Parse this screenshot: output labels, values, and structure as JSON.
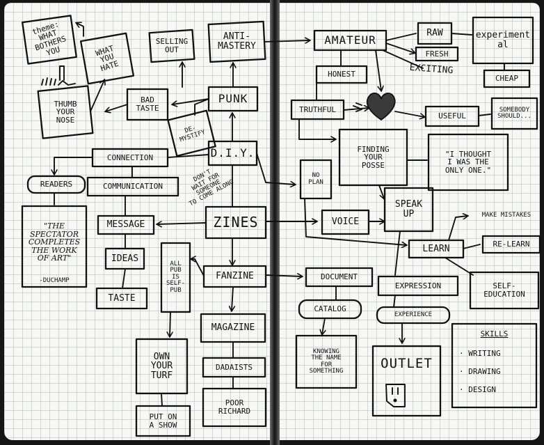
{
  "nodes": {
    "theme": "theme:\nWHAT\nBOTHERS\nYOU",
    "what_you_hate": "WHAT\nYOU\nHATE",
    "thumb_your_nose": "THUMB\nYOUR\nNOSE",
    "selling_out": "SELLING\nOUT",
    "anti_mastery": "ANTI-\nMASTERY",
    "amateur": "AMATEUR",
    "raw": "RAW",
    "experimental": "experiment\nal",
    "fresh": "FRESH",
    "exciting": "EXCITING",
    "cheap": "CHEAP",
    "honest": "HONEST",
    "truthful": "TRUTHFUL",
    "bad_taste": "BAD\nTASTE",
    "punk": "PUNK",
    "demystify": "DE-\nMYSTIFY",
    "diy": "D.I.Y.",
    "connection": "CONNECTION",
    "readers": "READERS",
    "communication": "COMMUNICATION",
    "dont_wait": "DON'T\nWAIT FOR\nSOMEONE\nTO COME ALONG",
    "no_plan": "NO\nPLAN",
    "useful": "USEFUL",
    "somebody_should": "SOMEBODY\nSHOULD...",
    "finding_your_posse": "FINDING\nYOUR\nPOSSE",
    "i_thought": "\"I THOUGHT\nI WAS THE\nONLY ONE.\"",
    "speak_up": "SPEAK\nUP",
    "spectator_quote": "\"THE\nSPECTATOR\nCOMPLETES\nTHE WORK\nOF ART\"",
    "duchamp": "-DUCHAMP",
    "message": "MESSAGE",
    "zines": "ZINES",
    "voice": "VOICE",
    "make_mistakes": "MAKE MISTAKES",
    "ideas": "IDEAS",
    "all_pub": "ALL\nPUB\nIS\nSELF-\nPUB",
    "fanzine": "FANZINE",
    "learn": "LEARN",
    "re_learn": "RE-LEARN",
    "taste": "TASTE",
    "document": "DOCUMENT",
    "expression": "EXPRESSION",
    "self_education": "SELF-\nEDUCATION",
    "catalog": "CATALOG",
    "experience": "EXPERIENCE",
    "own_your_turf": "OWN\nYOUR\nTURF",
    "magazine": "MAGAZINE",
    "knowing_the_name": "KNOWING\nTHE NAME\nFOR\nSOMETHING",
    "outlet": "OUTLET",
    "skills_title": "SKILLS",
    "skill_writing": "· WRITING",
    "skill_drawing": "· DRAWING",
    "skill_design": "· DESIGN",
    "dadaists": "DADAISTS",
    "put_on_a_show": "PUT ON\nA SHOW",
    "poor_richard": "POOR\nRICHARD"
  },
  "colors": {
    "ink": "#111111",
    "paper": "#f7f7f3",
    "grid": "#8a93a8",
    "background": "#161616"
  },
  "icons": {
    "heart": "heart-icon",
    "hand": "hand-icon",
    "outlet_socket": "outlet-socket-icon",
    "arrow": "arrow-icon"
  }
}
